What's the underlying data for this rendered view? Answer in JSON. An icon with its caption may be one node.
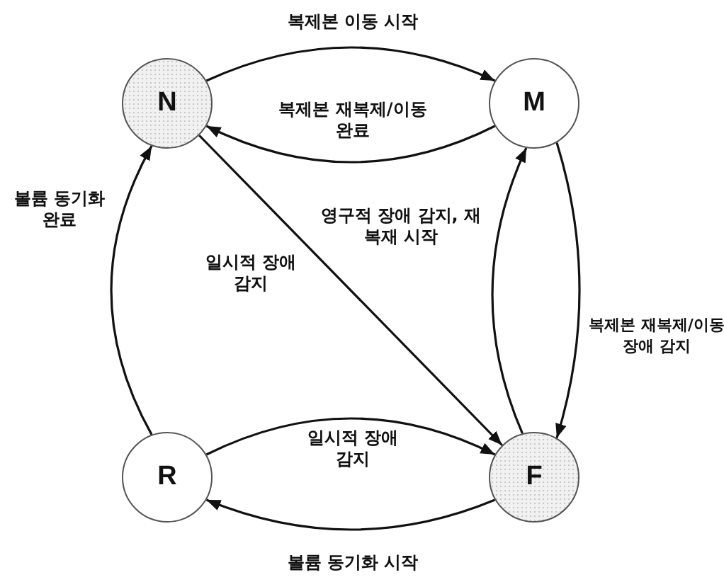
{
  "diagram": {
    "nodes": [
      {
        "text": [
          "N"
        ]
      },
      {
        "text": [
          "M"
        ]
      },
      {
        "text": [
          "R"
        ]
      },
      {
        "text": [
          "F"
        ]
      }
    ],
    "edges": [
      {
        "from": 0,
        "to": 1,
        "arrow": "to",
        "label": "복제본 이동 시작"
      },
      {
        "from": 1,
        "to": 0,
        "arrow": "to",
        "label": "복제본 재복제/이동 완료"
      },
      {
        "from": 2,
        "to": 0,
        "arrow": "to",
        "label": "볼륨 동기화 완료"
      },
      {
        "from": 0,
        "to": 3,
        "arrow": "to",
        "label": "일시적 장애 감지"
      },
      {
        "from": 3,
        "to": 1,
        "arrow": "to",
        "label": "영구적 장애 감지, 재복재 시작"
      },
      {
        "from": 1,
        "to": 3,
        "arrow": "to",
        "label": "복제본 재복제/이동 장애 감지"
      },
      {
        "from": 2,
        "to": 3,
        "arrow": "to",
        "label": "일시적 장애 감지"
      },
      {
        "from": 3,
        "to": 2,
        "arrow": "to",
        "label": "볼륨 동기화 시작"
      }
    ]
  }
}
